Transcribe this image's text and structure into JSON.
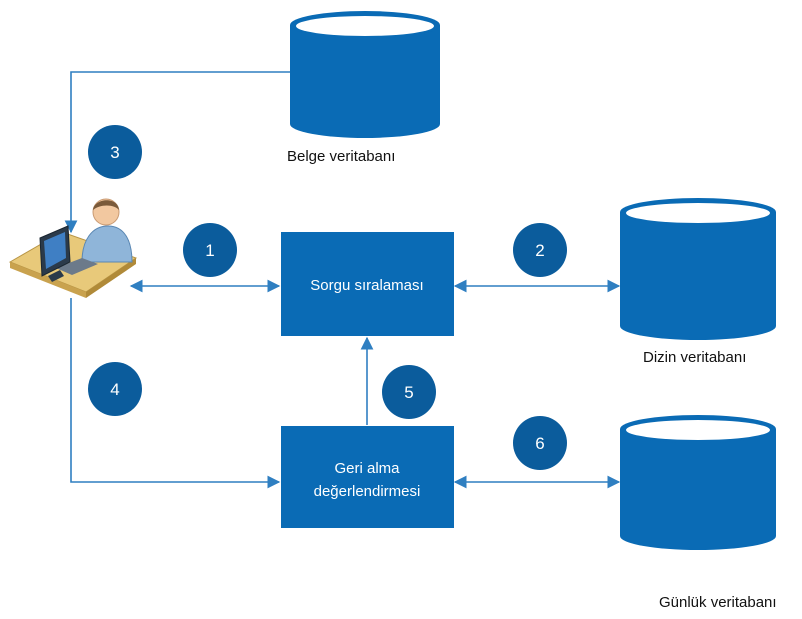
{
  "colors": {
    "primary": "#0a6bb5",
    "dark": "#0b5c9c",
    "line": "#2f7fc1",
    "label": "#111111"
  },
  "databases": {
    "document": "Belge veritabanı",
    "index": "Dizin veritabanı",
    "log": "Günlük veritabanı"
  },
  "boxes": {
    "query_ranking": "Sorgu sıralaması",
    "retrieval_eval_line1": "Geri alma",
    "retrieval_eval_line2": "değerlendirmesi"
  },
  "steps": {
    "s1": "1",
    "s2": "2",
    "s3": "3",
    "s4": "4",
    "s5": "5",
    "s6": "6"
  }
}
